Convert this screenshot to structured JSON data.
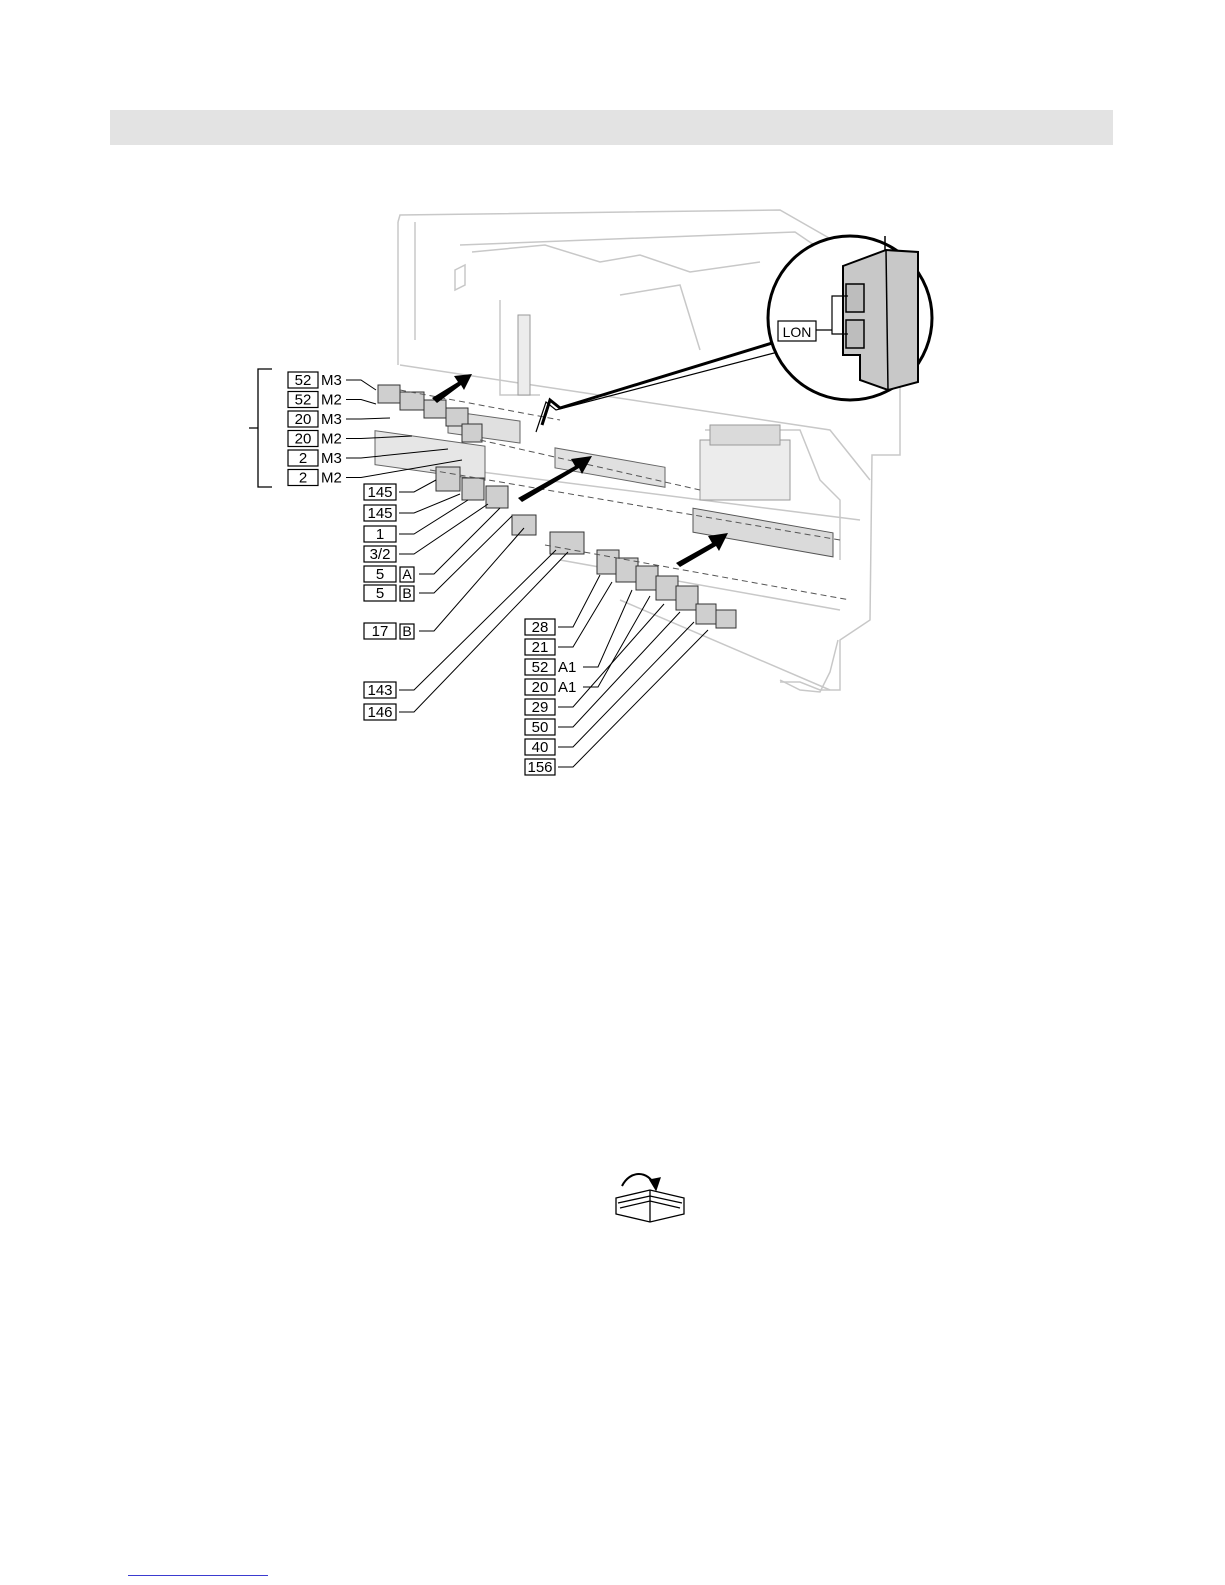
{
  "diagram": {
    "lon_label": "LON",
    "group_bracket_labels": [
      {
        "box": "52",
        "suffix": "M3"
      },
      {
        "box": "52",
        "suffix": "M2"
      },
      {
        "box": "20",
        "suffix": "M3"
      },
      {
        "box": "20",
        "suffix": "M2"
      },
      {
        "box": "2",
        "suffix": "M3"
      },
      {
        "box": "2",
        "suffix": "M2"
      }
    ],
    "middle_labels": [
      {
        "box": "145",
        "suffix": ""
      },
      {
        "box": "145",
        "suffix": ""
      },
      {
        "box": "1",
        "suffix": ""
      },
      {
        "box": "3/2",
        "suffix": ""
      },
      {
        "box": "5",
        "suffix": "A"
      },
      {
        "box": "5",
        "suffix": "B"
      },
      {
        "box": "17",
        "suffix": "B"
      },
      {
        "box": "143",
        "suffix": ""
      },
      {
        "box": "146",
        "suffix": ""
      }
    ],
    "right_labels": [
      {
        "box": "28",
        "suffix": ""
      },
      {
        "box": "21",
        "suffix": ""
      },
      {
        "box": "52",
        "suffix": "A1"
      },
      {
        "box": "20",
        "suffix": "A1"
      },
      {
        "box": "29",
        "suffix": ""
      },
      {
        "box": "50",
        "suffix": ""
      },
      {
        "box": "40",
        "suffix": ""
      },
      {
        "box": "156",
        "suffix": ""
      }
    ],
    "book_icon": "book-reference-icon"
  }
}
